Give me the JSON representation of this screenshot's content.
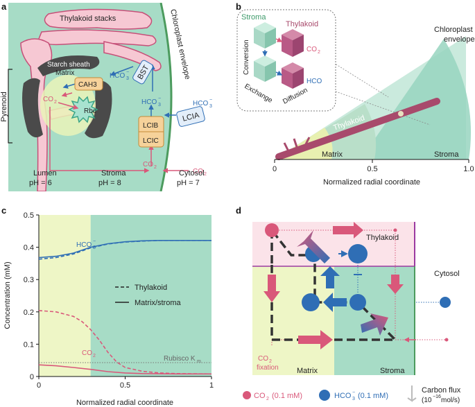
{
  "panels": {
    "a": {
      "label": "a",
      "thylakoid_stacks": "Thylakoid stacks",
      "chloroplast_envelope": "Chloroplast envelope",
      "starch_sheath": "Starch sheath",
      "matrix": "Matrix",
      "pyrenoid": "Pyrenoid",
      "cah3": "CAH3",
      "bst": "BST",
      "rbc": "Rbc",
      "lcia": "LCIA",
      "lcib": "LCIB",
      "lcic": "LCIC",
      "co2_lumen": "CO",
      "co2_sub": "2",
      "hco3": "HCO",
      "hco3_sub": "3",
      "hco3_sup": "−",
      "lumen": "Lumen",
      "lumen_ph": "pH = 6",
      "stroma": "Stroma",
      "stroma_ph": "pH = 8",
      "cytosol": "Cytosol",
      "cytosol_ph": "pH = 7",
      "colors": {
        "bg": "#a7dcc6",
        "thylakoid": "#f6c8d3",
        "thylakoid_stroke": "#c64f78",
        "envelope": "#4c9b5e",
        "starch": "#4a4a4a",
        "matrix": "#eaf3b8",
        "hco3": "#2f6eb5",
        "co2": "#d9587a",
        "lci_box": "#f6d29a"
      }
    },
    "b": {
      "label": "b",
      "stroma": "Stroma",
      "thylakoid": "Thylakoid",
      "co2": "CO",
      "co2_sub": "2",
      "hco3": "HCO",
      "conversion": "Conversion",
      "exchange": "Exchange",
      "diffusion": "Diffusion",
      "chloroplast_envelope": "Chloroplast envelope",
      "thylakoid_tube": "Thylakoid",
      "matrix": "Matrix",
      "stroma_region": "Stroma",
      "xlabel": "Normalized radial coordinate",
      "ticks": [
        "0",
        "0.5",
        "1.0"
      ],
      "colors": {
        "cube_green": "#a9d8c6",
        "cube_pink": "#b95a86",
        "matrix": "#e8f0b0",
        "stroma": "#98d5bf",
        "tube": "#a84a6c"
      }
    },
    "c": {
      "label": "c",
      "legend": {
        "dashed": "Thylakoid",
        "solid": "Matrix/stroma"
      },
      "rubisco_label": "Rubisco K",
      "rubisco_sub": "m",
      "label_hco3": "HCO",
      "label_co2": "CO",
      "chart_data": {
        "type": "line",
        "xlabel": "Normalized radial coordinate",
        "ylabel": "Concentration (mM)",
        "xlim": [
          0,
          1
        ],
        "ylim": [
          0,
          0.5
        ],
        "xticks": [
          "0",
          "0.5",
          "1"
        ],
        "yticks": [
          "0",
          "0.1",
          "0.2",
          "0.3",
          "0.4",
          "0.5"
        ],
        "matrix_boundary": 0.3,
        "rubisco_km": 0.043,
        "series": [
          {
            "species": "HCO3- thylakoid",
            "style": "dashed",
            "color": "#2f6eb5",
            "x": [
              0,
              0.1,
              0.2,
              0.3,
              0.4,
              0.5,
              0.6,
              0.7,
              0.8,
              0.9,
              1.0
            ],
            "y": [
              0.363,
              0.368,
              0.379,
              0.398,
              0.41,
              0.416,
              0.419,
              0.421,
              0.421,
              0.421,
              0.421
            ]
          },
          {
            "species": "HCO3- matrix/stroma",
            "style": "solid",
            "color": "#2f6eb5",
            "x": [
              0,
              0.1,
              0.2,
              0.3,
              0.4,
              0.5,
              0.6,
              0.7,
              0.8,
              0.9,
              1.0
            ],
            "y": [
              0.368,
              0.372,
              0.382,
              0.4,
              0.411,
              0.417,
              0.42,
              0.421,
              0.421,
              0.421,
              0.421
            ]
          },
          {
            "species": "CO2 thylakoid",
            "style": "dashed",
            "color": "#d9587a",
            "x": [
              0,
              0.1,
              0.2,
              0.25,
              0.3,
              0.35,
              0.4,
              0.45,
              0.5,
              0.6,
              0.7,
              0.8,
              1.0
            ],
            "y": [
              0.204,
              0.2,
              0.186,
              0.17,
              0.145,
              0.113,
              0.075,
              0.045,
              0.028,
              0.016,
              0.011,
              0.009,
              0.008
            ]
          },
          {
            "species": "CO2 matrix/stroma",
            "style": "solid",
            "color": "#d9587a",
            "x": [
              0,
              0.1,
              0.2,
              0.3,
              0.4,
              0.5,
              0.6,
              0.8,
              1.0
            ],
            "y": [
              0.036,
              0.033,
              0.028,
              0.022,
              0.015,
              0.011,
              0.009,
              0.008,
              0.008
            ]
          }
        ]
      }
    },
    "d": {
      "label": "d",
      "thylakoid": "Thylakoid",
      "cytosol": "Cytosol",
      "matrix": "Matrix",
      "stroma": "Stroma",
      "co2_fixation_1": "CO",
      "co2_fixation_sub": "2",
      "co2_fixation_2": "fixation",
      "legend_co2": "CO",
      "legend_co2_conc": "(0.1 mM)",
      "legend_hco3": "HCO",
      "legend_hco3_conc": "(0.1 mM)",
      "carbon_flux": "Carbon flux",
      "flux_units": "(10",
      "flux_exp": "−16",
      "flux_units_end": " mol/s)",
      "colors": {
        "thylakoid_bg": "#fbe3e9",
        "matrix_bg": "#eef6c6",
        "stroma_bg": "#a7dcc6",
        "co2": "#d9587a",
        "hco3": "#2f6eb5",
        "border": "#9b3aa0"
      }
    }
  }
}
